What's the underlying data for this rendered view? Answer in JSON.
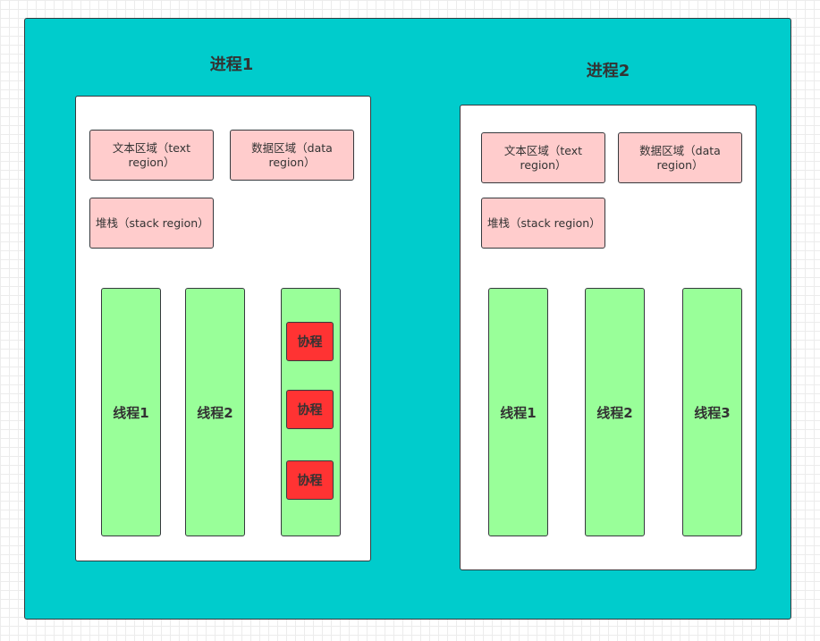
{
  "process1": {
    "title": "进程1",
    "regions": {
      "text": "文本区域（text region）",
      "data": "数据区域（data region）",
      "stack": "堆栈（stack region）"
    },
    "threads": [
      "线程1",
      "线程2"
    ],
    "coroutines": [
      "协程",
      "协程",
      "协程"
    ]
  },
  "process2": {
    "title": "进程2",
    "regions": {
      "text": "文本区域（text region）",
      "data": "数据区域（data region）",
      "stack": "堆栈（stack region）"
    },
    "threads": [
      "线程1",
      "线程2",
      "线程3"
    ]
  },
  "colors": {
    "outer_fill": "#00cccc",
    "process_fill": "#ffffff",
    "region_fill": "#ffcccc",
    "thread_fill": "#99ff99",
    "coroutine_fill": "#ff3333",
    "stroke": "#36393d"
  }
}
